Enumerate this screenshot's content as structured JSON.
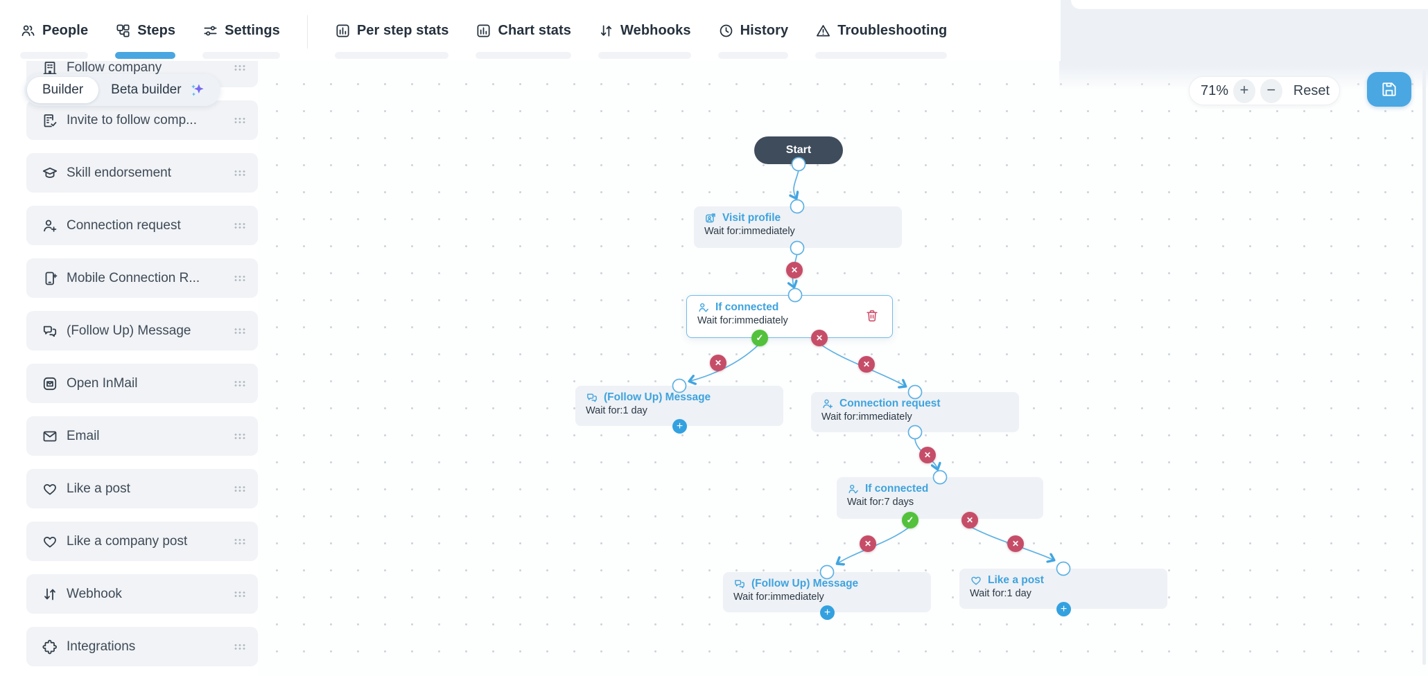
{
  "nav": {
    "people": "People",
    "steps": "Steps",
    "settings": "Settings",
    "per_step_stats": "Per step stats",
    "chart_stats": "Chart stats",
    "webhooks": "Webhooks",
    "history": "History",
    "troubleshooting": "Troubleshooting"
  },
  "builder_tabs": {
    "builder": "Builder",
    "beta_builder": "Beta builder",
    "beta_icon": "sparkles-icon"
  },
  "sidebar": {
    "items": [
      {
        "label": "Follow company",
        "icon": "building-icon"
      },
      {
        "label": "Invite to follow comp...",
        "icon": "building-check-icon"
      },
      {
        "label": "Skill endorsement",
        "icon": "graduation-cap-icon"
      },
      {
        "label": "Connection request",
        "icon": "person-plus-icon"
      },
      {
        "label": "Mobile Connection R...",
        "icon": "phone-plus-icon"
      },
      {
        "label": "(Follow Up) Message",
        "icon": "chat-bubbles-icon"
      },
      {
        "label": "Open InMail",
        "icon": "inmail-icon"
      },
      {
        "label": "Email",
        "icon": "envelope-icon"
      },
      {
        "label": "Like a post",
        "icon": "heart-icon"
      },
      {
        "label": "Like a company post",
        "icon": "heart-icon"
      },
      {
        "label": "Webhook",
        "icon": "arrows-up-down-icon"
      },
      {
        "label": "Integrations",
        "icon": "puzzle-icon"
      }
    ]
  },
  "canvas": {
    "zoom": {
      "level": "71%",
      "zoom_in": "+",
      "zoom_out": "−",
      "reset": "Reset"
    },
    "save_icon": "floppy-disk-icon",
    "start_label": "Start",
    "nodes": [
      {
        "title": "Visit profile",
        "wait": "Wait for:immediately",
        "icon": "profile-visit-icon",
        "selected": false
      },
      {
        "title": "If connected",
        "wait": "Wait for:immediately",
        "icon": "person-check-icon",
        "selected": true
      },
      {
        "title": "(Follow Up) Message",
        "wait": "Wait for:1 day",
        "icon": "chat-bubbles-icon",
        "selected": false
      },
      {
        "title": "Connection request",
        "wait": "Wait for:immediately",
        "icon": "person-plus-icon",
        "selected": false
      },
      {
        "title": "If connected",
        "wait": "Wait for:7 days",
        "icon": "person-check-icon",
        "selected": false
      },
      {
        "title": "(Follow Up) Message",
        "wait": "Wait for:immediately",
        "icon": "chat-bubbles-icon",
        "selected": false
      },
      {
        "title": "Like a post",
        "wait": "Wait for:1 day",
        "icon": "heart-icon",
        "selected": false
      }
    ],
    "colors": {
      "accent": "#41a4e0",
      "edge": "#5db1e4",
      "delete": "#c64d68",
      "success": "#53c13b",
      "start_bg": "#3e4c5b",
      "node_bg": "#eef1f5"
    }
  }
}
